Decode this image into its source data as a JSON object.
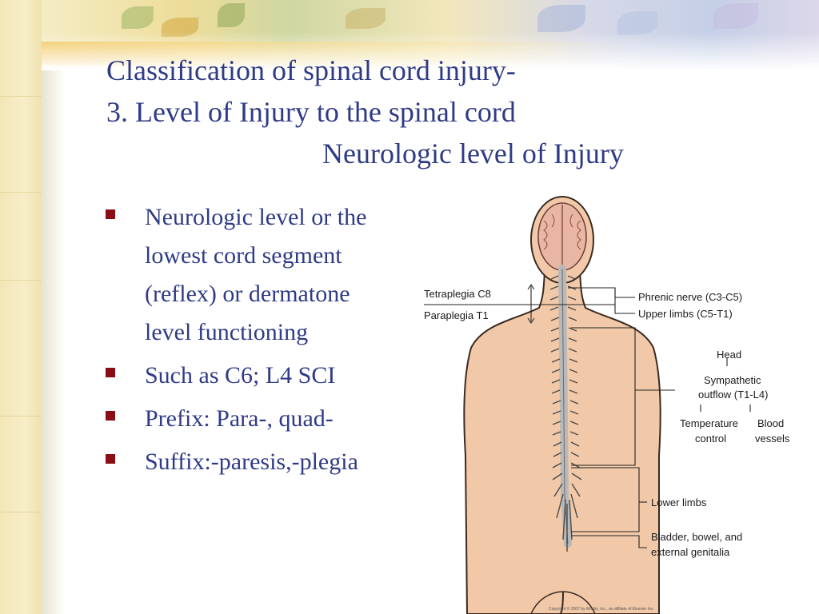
{
  "slide": {
    "title_line1": "Classification of spinal cord injury-",
    "title_line2": "3. Level of Injury to the spinal cord",
    "title_line3": "Neurologic level of Injury"
  },
  "bullets": [
    "Neurologic level or the lowest cord segment (reflex) or dermatone level functioning",
    "Such as C6; L4 SCI",
    "Prefix: Para-, quad-",
    "Suffix:-paresis,-plegia"
  ],
  "figure": {
    "labels": {
      "tetraplegia": "Tetraplegia C8",
      "paraplegia": "Paraplegia T1",
      "phrenic": "Phrenic nerve (C3-C5)",
      "upper_limbs": "Upper limbs (C5-T1)",
      "head": "Head",
      "sympathetic": "Sympathetic",
      "outflow": "outflow (T1-L4)",
      "temperature": "Temperature",
      "control": "control",
      "blood": "Blood",
      "vessels": "vessels",
      "lower_limbs": "Lower limbs",
      "bladder": "Bladder, bowel, and",
      "genitalia": "external genitalia"
    },
    "copyright": "Copyright © 2007 by Mosby, Inc., an affiliate of Elsevier Inc."
  },
  "colors": {
    "title": "#2f3b86",
    "bullet_marker": "#8a0f14",
    "skin": "#f2c9a8",
    "cord": "#b9b9b9"
  }
}
